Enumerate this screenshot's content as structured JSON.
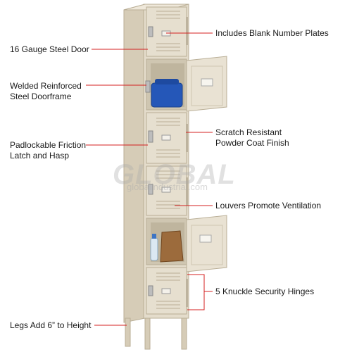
{
  "callouts": {
    "blank_number_plates": "Includes Blank Number Plates",
    "steel_door": "16 Gauge Steel Door",
    "doorframe_line1": "Welded Reinforced",
    "doorframe_line2": "Steel Doorframe",
    "powder_coat_line1": "Scratch Resistant",
    "powder_coat_line2": "Powder Coat Finish",
    "latch_line1": "Padlockable Friction",
    "latch_line2": "Latch and Hasp",
    "louvers": "Louvers Promote Ventilation",
    "hinges": "5 Knuckle Security Hinges",
    "legs": "Legs Add 6” to Height"
  },
  "watermark": {
    "brand": "GLOBAL",
    "url": "globalindustrial.com"
  },
  "colors": {
    "locker_tan": "#e4dccb",
    "locker_shadow": "#c9bfaa",
    "leader_line": "#d42020",
    "text": "#1a1a1a"
  }
}
